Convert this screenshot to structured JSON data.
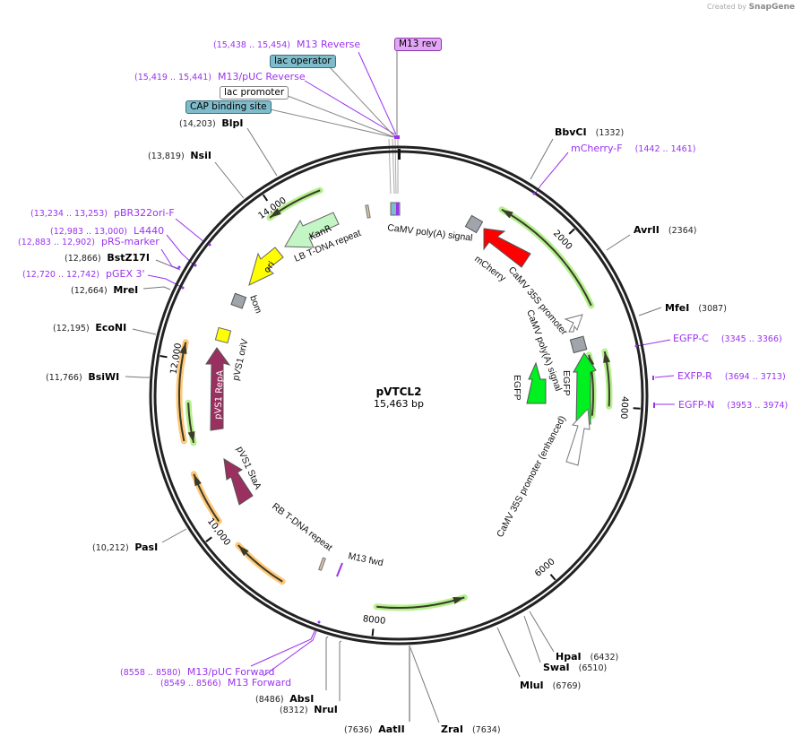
{
  "watermark": {
    "created_by": "Created by",
    "brand": "SnapGene"
  },
  "plasmid": {
    "name": "pVTCL2",
    "size": "15,463 bp",
    "length": 15463
  },
  "ticks": [
    {
      "value": 2000,
      "label": "2000"
    },
    {
      "value": 4000,
      "label": "4000"
    },
    {
      "value": 6000,
      "label": "6000"
    },
    {
      "value": 8000,
      "label": "8000"
    },
    {
      "value": 10000,
      "label": "10,000"
    },
    {
      "value": 12000,
      "label": "12,000"
    },
    {
      "value": 14000,
      "label": "14,000"
    }
  ],
  "enzymes": [
    {
      "name": "BbvCI",
      "pos": "(1332)"
    },
    {
      "name": "AvrII",
      "pos": "(2364)"
    },
    {
      "name": "MfeI",
      "pos": "(3087)"
    },
    {
      "name": "HpaI",
      "pos": "(6432)"
    },
    {
      "name": "SwaI",
      "pos": "(6510)"
    },
    {
      "name": "MluI",
      "pos": "(6769)"
    },
    {
      "name": "ZraI",
      "pos": "(7634)"
    },
    {
      "name": "AatII",
      "pos": "(7636)"
    },
    {
      "name": "NruI",
      "pos": "(8312)"
    },
    {
      "name": "AbsI",
      "pos": "(8486)"
    },
    {
      "name": "PasI",
      "pos": "(10,212)"
    },
    {
      "name": "BsiWI",
      "pos": "(11,766)"
    },
    {
      "name": "EcoNI",
      "pos": "(12,195)"
    },
    {
      "name": "MreI",
      "pos": "(12,664)"
    },
    {
      "name": "BstZ17I",
      "pos": "(12,866)"
    },
    {
      "name": "NsiI",
      "pos": "(13,819)"
    },
    {
      "name": "BlpI",
      "pos": "(14,203)"
    }
  ],
  "primers": [
    {
      "name": "M13 Reverse",
      "range": "(15,438 .. 15,454)"
    },
    {
      "name": "M13/pUC Reverse",
      "range": "(15,419 .. 15,441)"
    },
    {
      "name": "pBR322ori-F",
      "range": "(13,234 .. 13,253)"
    },
    {
      "name": "L4440",
      "range": "(12,983 .. 13,000)"
    },
    {
      "name": "pRS-marker",
      "range": "(12,883 .. 12,902)"
    },
    {
      "name": "pGEX 3'",
      "range": "(12,720 .. 12,742)"
    },
    {
      "name": "mCherry-F",
      "range": "(1442 .. 1461)"
    },
    {
      "name": "EGFP-C",
      "range": "(3345 .. 3366)"
    },
    {
      "name": "EXFP-R",
      "range": "(3694 .. 3713)"
    },
    {
      "name": "EGFP-N",
      "range": "(3953 .. 3974)"
    },
    {
      "name": "M13/pUC Forward",
      "range": "(8558 .. 8580)"
    },
    {
      "name": "M13 Forward",
      "range": "(8549 .. 8566)"
    }
  ],
  "boxed_features": [
    {
      "name": "M13 rev",
      "color": "#e3a6f7"
    },
    {
      "name": "lac operator",
      "color": "#7fbccb"
    },
    {
      "name": "lac promoter",
      "color": "#ffffff"
    },
    {
      "name": "CAP binding site",
      "color": "#7fbccb"
    }
  ],
  "features": {
    "lb_repeat": "LB T-DNA repeat",
    "polya_top": "CaMV poly(A) signal",
    "mcherry": "mCherry",
    "p35s": "CaMV 35S promoter",
    "polya_right": "CaMV poly(A) signal",
    "egfp_inner": "EGFP",
    "egfp_outer": "EGFP",
    "p35s_enh": "CaMV 35S promoter (enhanced)",
    "kanr": "KanR",
    "ori": "ori",
    "bom": "bom",
    "oriv": "pVS1 oriV",
    "repa": "pVS1 RepA",
    "staa": "pVS1 StaA",
    "rb_repeat": "RB T-DNA repeat",
    "m13fwd": "M13 fwd"
  },
  "colors": {
    "mcherry": "#ff0000",
    "egfp": "#00f020",
    "kanr": "#c4f5c4",
    "ori": "#ffff00",
    "pvs1": "#99305f",
    "primer": "#9a32f0",
    "orf_green": "#b4f08c",
    "orf_orange": "#ffc878"
  }
}
